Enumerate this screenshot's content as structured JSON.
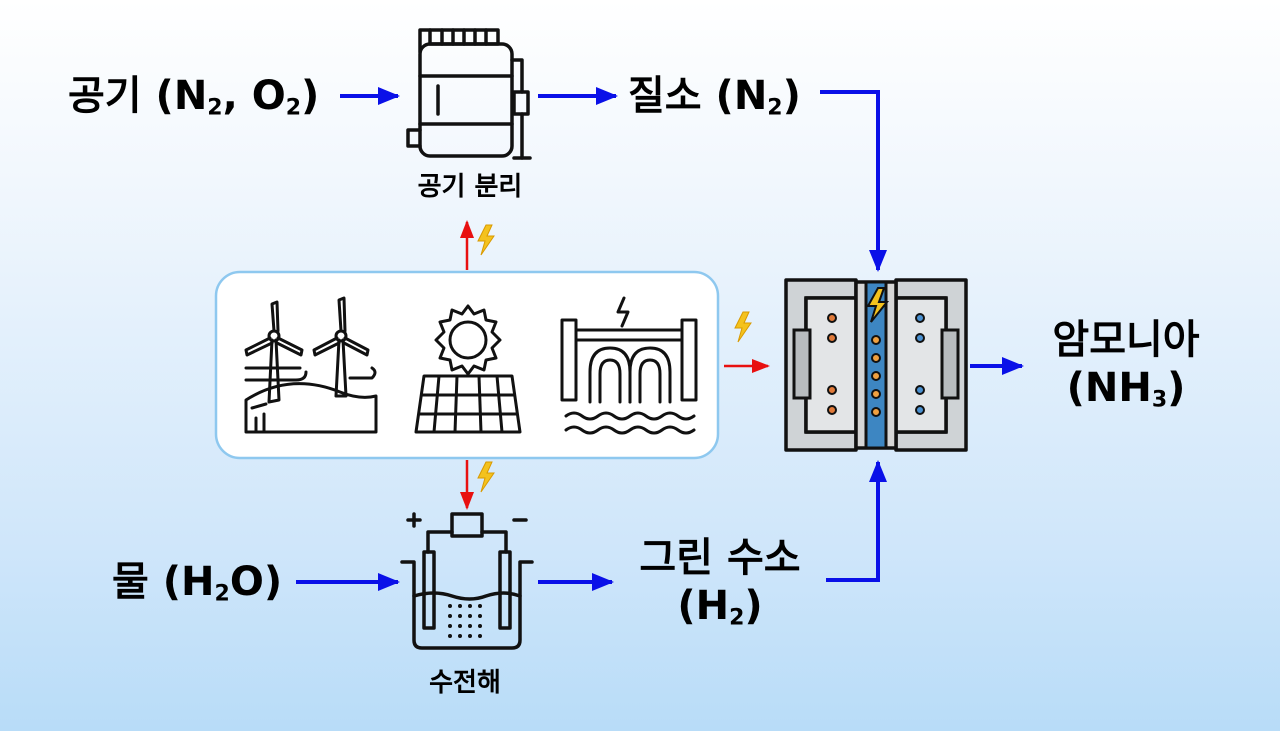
{
  "inputs": {
    "air": {
      "name": "공기",
      "formula_open": " (N",
      "sub1": "2",
      "mid": ", O",
      "sub2": "2",
      "close": ")"
    },
    "water": {
      "name": "물",
      "formula_open": " (H",
      "sub1": "2",
      "close": "O)"
    }
  },
  "processes": {
    "air_separation": "공기 분리",
    "electrolysis": "수전해"
  },
  "intermediates": {
    "nitrogen": {
      "name": "질소",
      "formula_open": " (N",
      "sub1": "2",
      "close": ")"
    },
    "green_hydrogen": {
      "name": "그린 수소",
      "formula_open": "(H",
      "sub1": "2",
      "close": ")"
    }
  },
  "product": {
    "name": "암모니아",
    "formula_open": "(NH",
    "sub1": "3",
    "close": ")"
  },
  "renewables": [
    "wind-turbine-icon",
    "solar-panel-icon",
    "hydropower-dam-icon"
  ],
  "colors": {
    "flow_arrow": "#0a10e8",
    "energy_arrow": "#e81010",
    "lightning": "#f4c21d",
    "reactor_core": "#3d86c2",
    "reactor_frame": "#d6d6d6"
  }
}
